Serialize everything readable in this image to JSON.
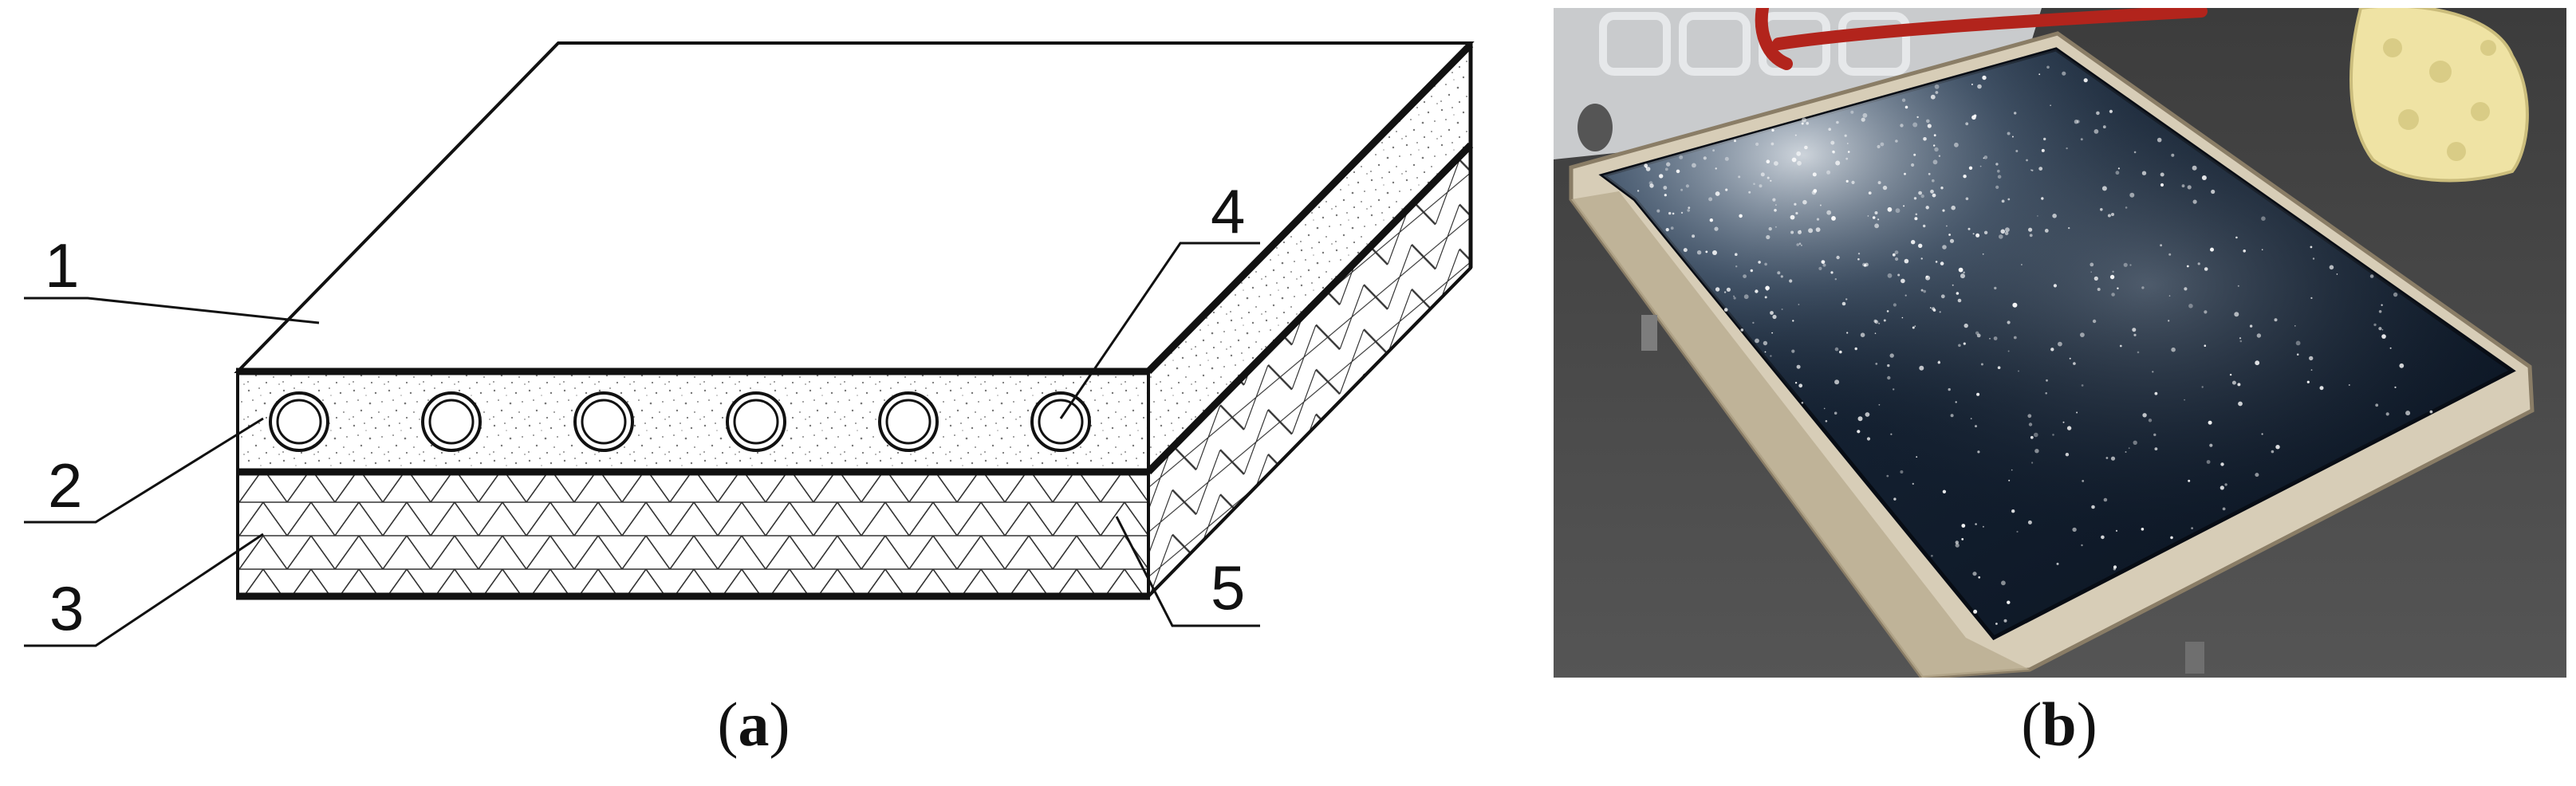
{
  "panel_a": {
    "labels": {
      "l1": "1",
      "l2": "2",
      "l3": "3",
      "l4": "4",
      "l5": "5"
    },
    "caption_letter": "a",
    "tube_count": 6
  },
  "panel_b": {
    "caption_letter": "b",
    "colors": {
      "coating": "#0e1b2a",
      "frame": "#d7cdb7",
      "roof": "#4a4a4a"
    }
  }
}
